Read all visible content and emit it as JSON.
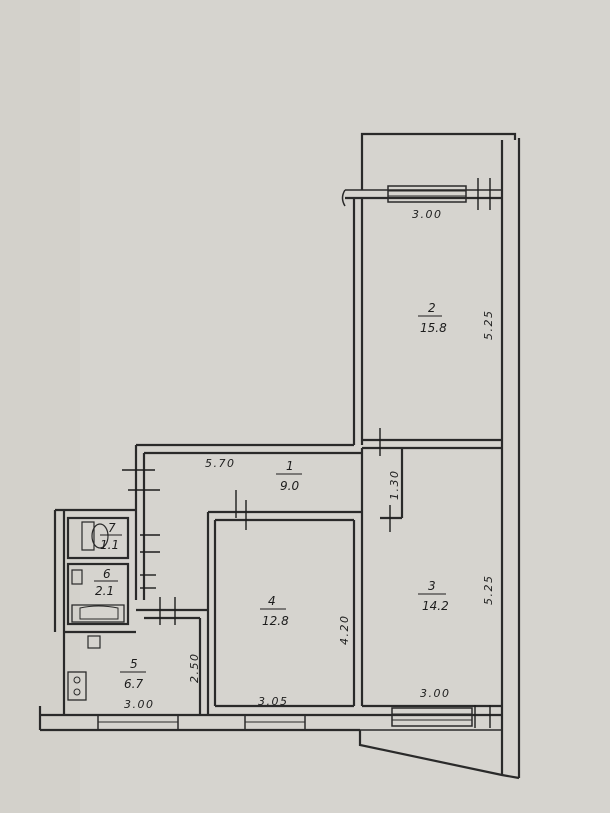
{
  "rooms": [
    {
      "id": "1",
      "number": "1",
      "area": "9.0"
    },
    {
      "id": "2",
      "number": "2",
      "area": "15.8"
    },
    {
      "id": "3",
      "number": "3",
      "area": "14.2"
    },
    {
      "id": "4",
      "number": "4",
      "area": "12.8"
    },
    {
      "id": "5",
      "number": "5",
      "area": "6.7"
    },
    {
      "id": "6",
      "number": "6",
      "area": "2.1"
    },
    {
      "id": "7",
      "number": "7",
      "area": "1.1"
    }
  ],
  "dimensions": {
    "room2_width": "3.00",
    "room2_length": "5.25",
    "room3_length": "5.25",
    "room3_width": "3.00",
    "hall_length": "5.70",
    "hall_width": "1.30",
    "room4_length": "4.20",
    "room4_width": "3.05",
    "kitchen_width": "3.00",
    "kitchen_length": "2.50"
  },
  "colors": {
    "paper": "#d6d4cf",
    "ink": "#2a2a2a"
  }
}
